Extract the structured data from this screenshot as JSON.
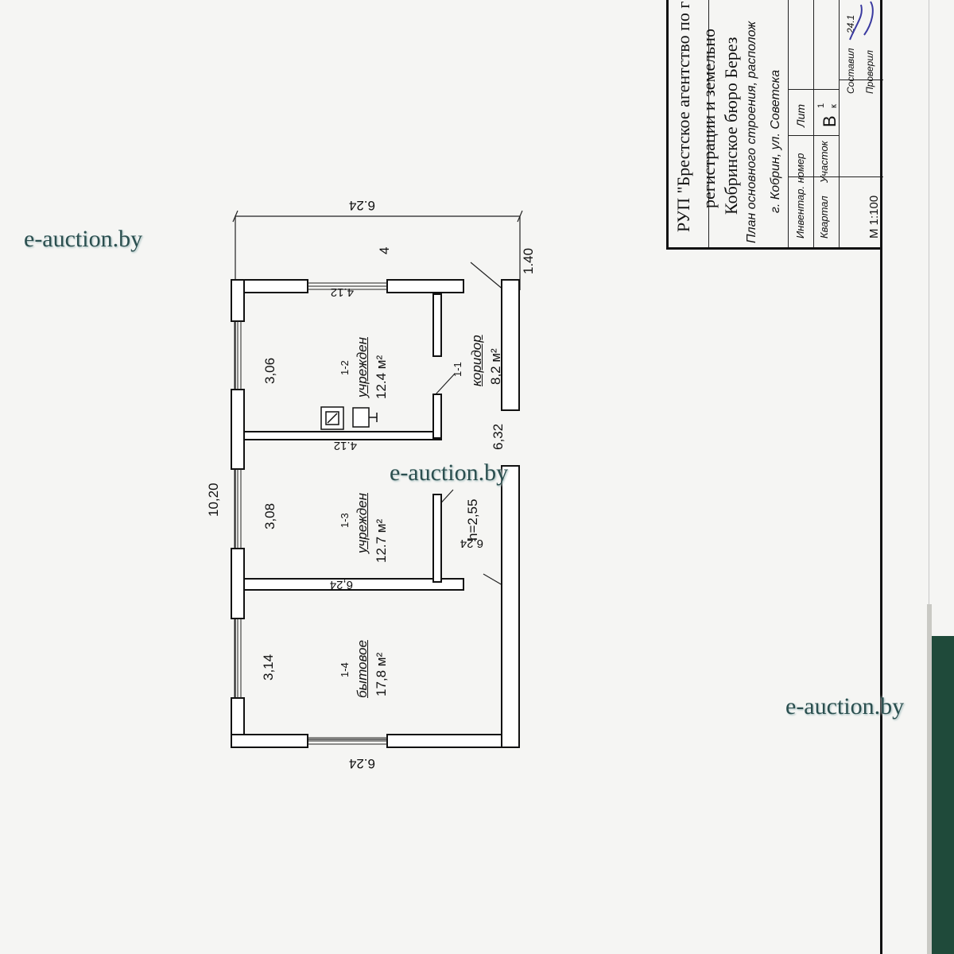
{
  "stamp": {
    "org_line1": "РУП \"Брестское агентство по г",
    "org_line2": "регистрации и земельно",
    "org_line3": "Кобринское бюро Берез",
    "plan_title": "План основного строения, располож",
    "address": "г. Кобрин, ул. Советска",
    "inventory_label": "Инвентар. номер",
    "lit_label": "Лит",
    "block_label": "Квартал",
    "plot_label": "Участок",
    "lit_value": "В",
    "lit_fraction_top": "1",
    "lit_fraction_bottom": "к",
    "compiled_label": "Составил",
    "compiled_date": "24.1",
    "checked_label": "Проверил",
    "scale": "М 1:100"
  },
  "rooms": [
    {
      "id": "1-1",
      "name": "коридор",
      "area": "8,2 м²"
    },
    {
      "id": "1-2",
      "name": "учрежден",
      "area": "12.4 м²"
    },
    {
      "id": "1-3",
      "name": "учрежден",
      "area": "12.7 м²"
    },
    {
      "id": "1-4",
      "name": "бытовое",
      "area": "17,8 м²"
    }
  ],
  "dimensions": {
    "top_overall": "6.24",
    "bottom_overall": "6.24",
    "left_overall": "10,20",
    "porch_depth": "1.40",
    "porch_width": "4",
    "room2_length": "4.12",
    "room2_width": "3,06",
    "room3_length": "4.12",
    "room3_width": "3,08",
    "room4_length": "6,24",
    "room4_width": "3,14",
    "corridor_length": "6,32",
    "corridor_inner": "6,24",
    "height": "h=2,55"
  },
  "watermark": "e-auction.by"
}
